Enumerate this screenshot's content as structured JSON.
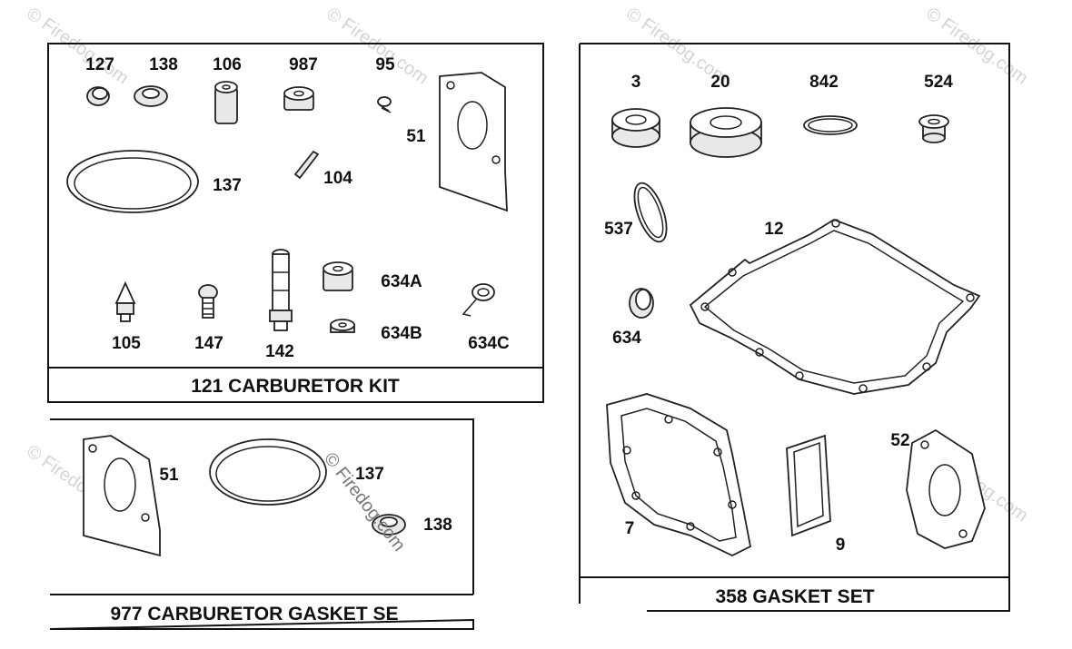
{
  "watermark": {
    "text": "© Firedog.com",
    "inline_text": "© Firedog.com"
  },
  "kits": [
    {
      "title": "121 CARBURETOR KIT",
      "parts": [
        "127",
        "138",
        "106",
        "987",
        "95",
        "51",
        "137",
        "104",
        "105",
        "147",
        "142",
        "634A",
        "634B",
        "634C"
      ]
    },
    {
      "title": "977 CARBURETOR GASKET SE",
      "parts": [
        "51",
        "137",
        "138"
      ]
    },
    {
      "title": "358 GASKET SET",
      "parts": [
        "3",
        "20",
        "842",
        "524",
        "537",
        "12",
        "634",
        "7",
        "9",
        "52"
      ]
    }
  ]
}
